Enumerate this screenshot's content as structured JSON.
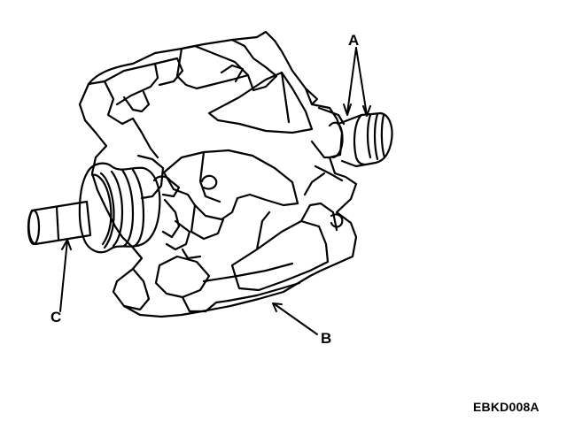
{
  "labels": {
    "a": "A",
    "b": "B",
    "c": "C"
  },
  "figure_code": "EBKD008A",
  "colors": {
    "ink": "#000000",
    "paper": "#ffffff"
  }
}
